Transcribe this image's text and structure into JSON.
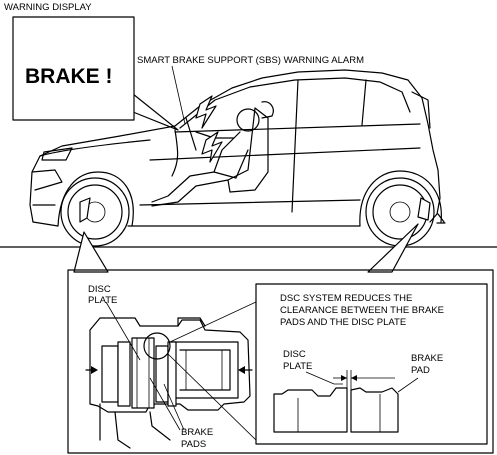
{
  "labels": {
    "warning_display": "WARNING DISPLAY",
    "brake_message": "BRAKE !",
    "sbs_alarm": "SMART BRAKE SUPPORT (SBS) WARNING ALARM",
    "disc_plate_line1": "DISC",
    "disc_plate_line2": "PLATE",
    "brake_pads_line1": "BRAKE",
    "brake_pads_line2": "PADS",
    "dsc_note_line1": "DSC SYSTEM REDUCES THE",
    "dsc_note_line2": "CLEARANCE BETWEEN THE BRAKE",
    "dsc_note_line3": "PADS AND THE DISC PLATE",
    "detail_disc_line1": "DISC",
    "detail_disc_line2": "PLATE",
    "detail_pad_line1": "BRAKE",
    "detail_pad_line2": "PAD"
  }
}
